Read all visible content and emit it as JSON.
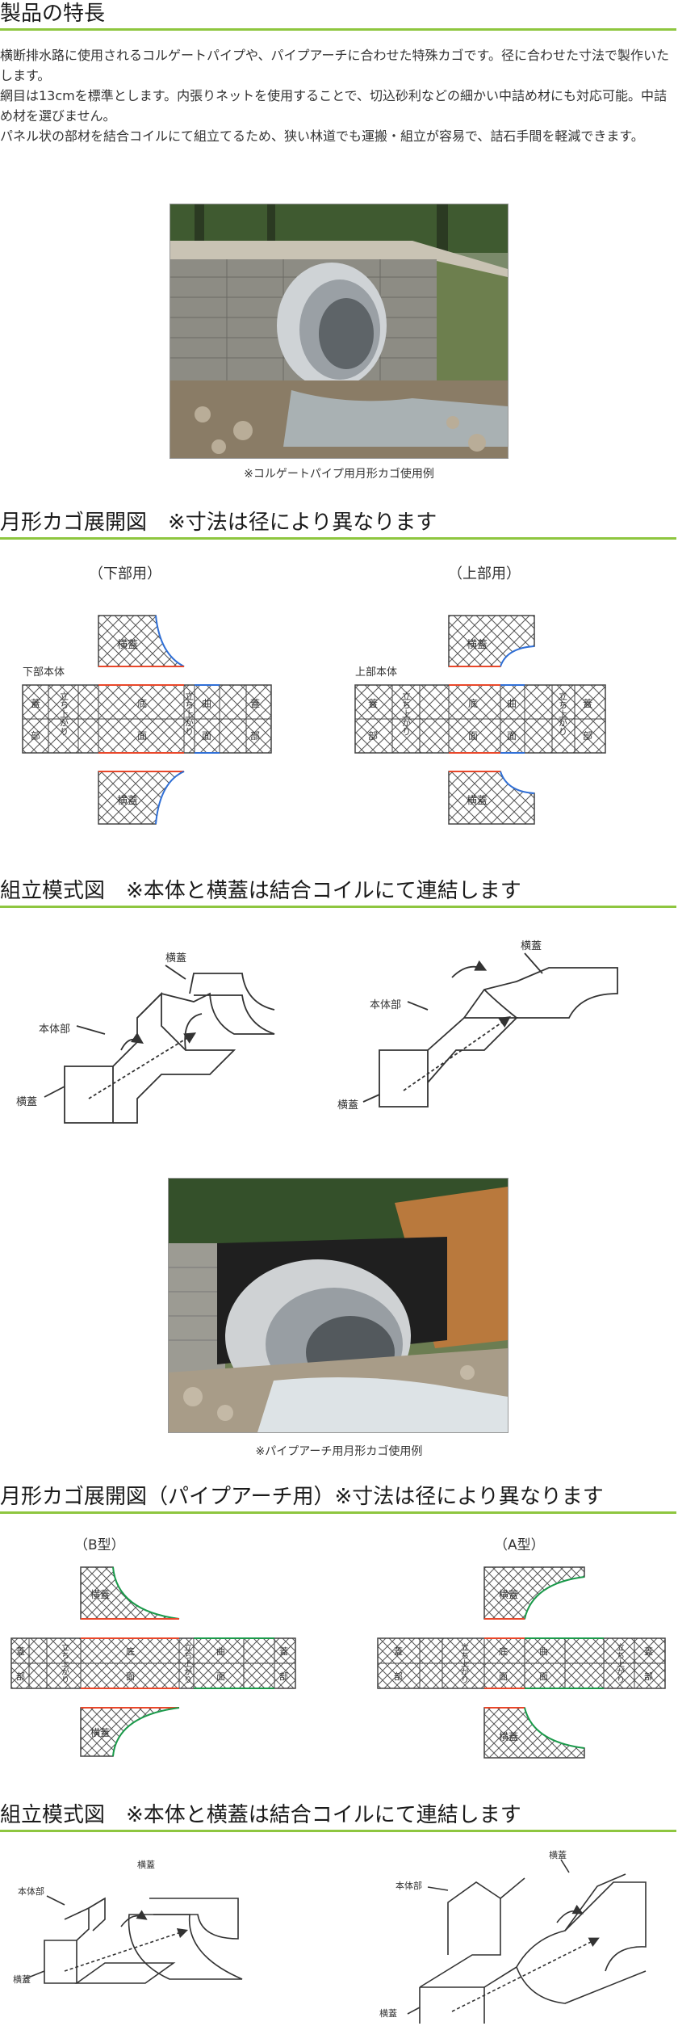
{
  "section1": {
    "heading": "製品の特長",
    "paragraphs": [
      "横断排水路に使用されるコルゲートパイプや、パイプアーチに合わせた特殊カゴです。径に合わせた寸法で製作いたします。",
      "網目は13cmを標準とします。内張りネットを使用することで、切込砂利などの細かい中詰め材にも対応可能。中詰め材を選びません。",
      "パネル状の部材を結合コイルにて組立てるため、狭い林道でも運搬・組立が容易で、詰石手間を軽減できます。"
    ],
    "photo_caption": "※コルゲートパイプ用月形カゴ使用例"
  },
  "section2": {
    "heading": "月形カゴ展開図　※寸法は径により異なります",
    "left_title": "（下部用）",
    "right_title": "（上部用）",
    "left_body_label": "下部本体",
    "right_body_label": "上部本体",
    "cover_label": "横蓋",
    "panel_labels": {
      "cover": "蓋",
      "part": "部",
      "rise": "立ち上がり",
      "bottom": "底",
      "face": "面",
      "curve": "曲"
    }
  },
  "section3": {
    "heading": "組立模式図　※本体と横蓋は結合コイルにて連結します",
    "labels": {
      "cover": "横蓋",
      "body": "本体部"
    }
  },
  "section4": {
    "photo_caption": "※パイプアーチ用月形カゴ使用例"
  },
  "section5": {
    "heading": "月形カゴ展開図（パイプアーチ用）※寸法は径により異なります",
    "left_title": "（B型）",
    "right_title": "（A型）"
  },
  "section6": {
    "heading": "組立模式図　※本体と横蓋は結合コイルにて連結します"
  },
  "colors": {
    "accent_green": "#8ec63f",
    "edge_red": "#e8472a",
    "edge_blue": "#2f6fd6",
    "edge_green": "#1a9a4a"
  }
}
